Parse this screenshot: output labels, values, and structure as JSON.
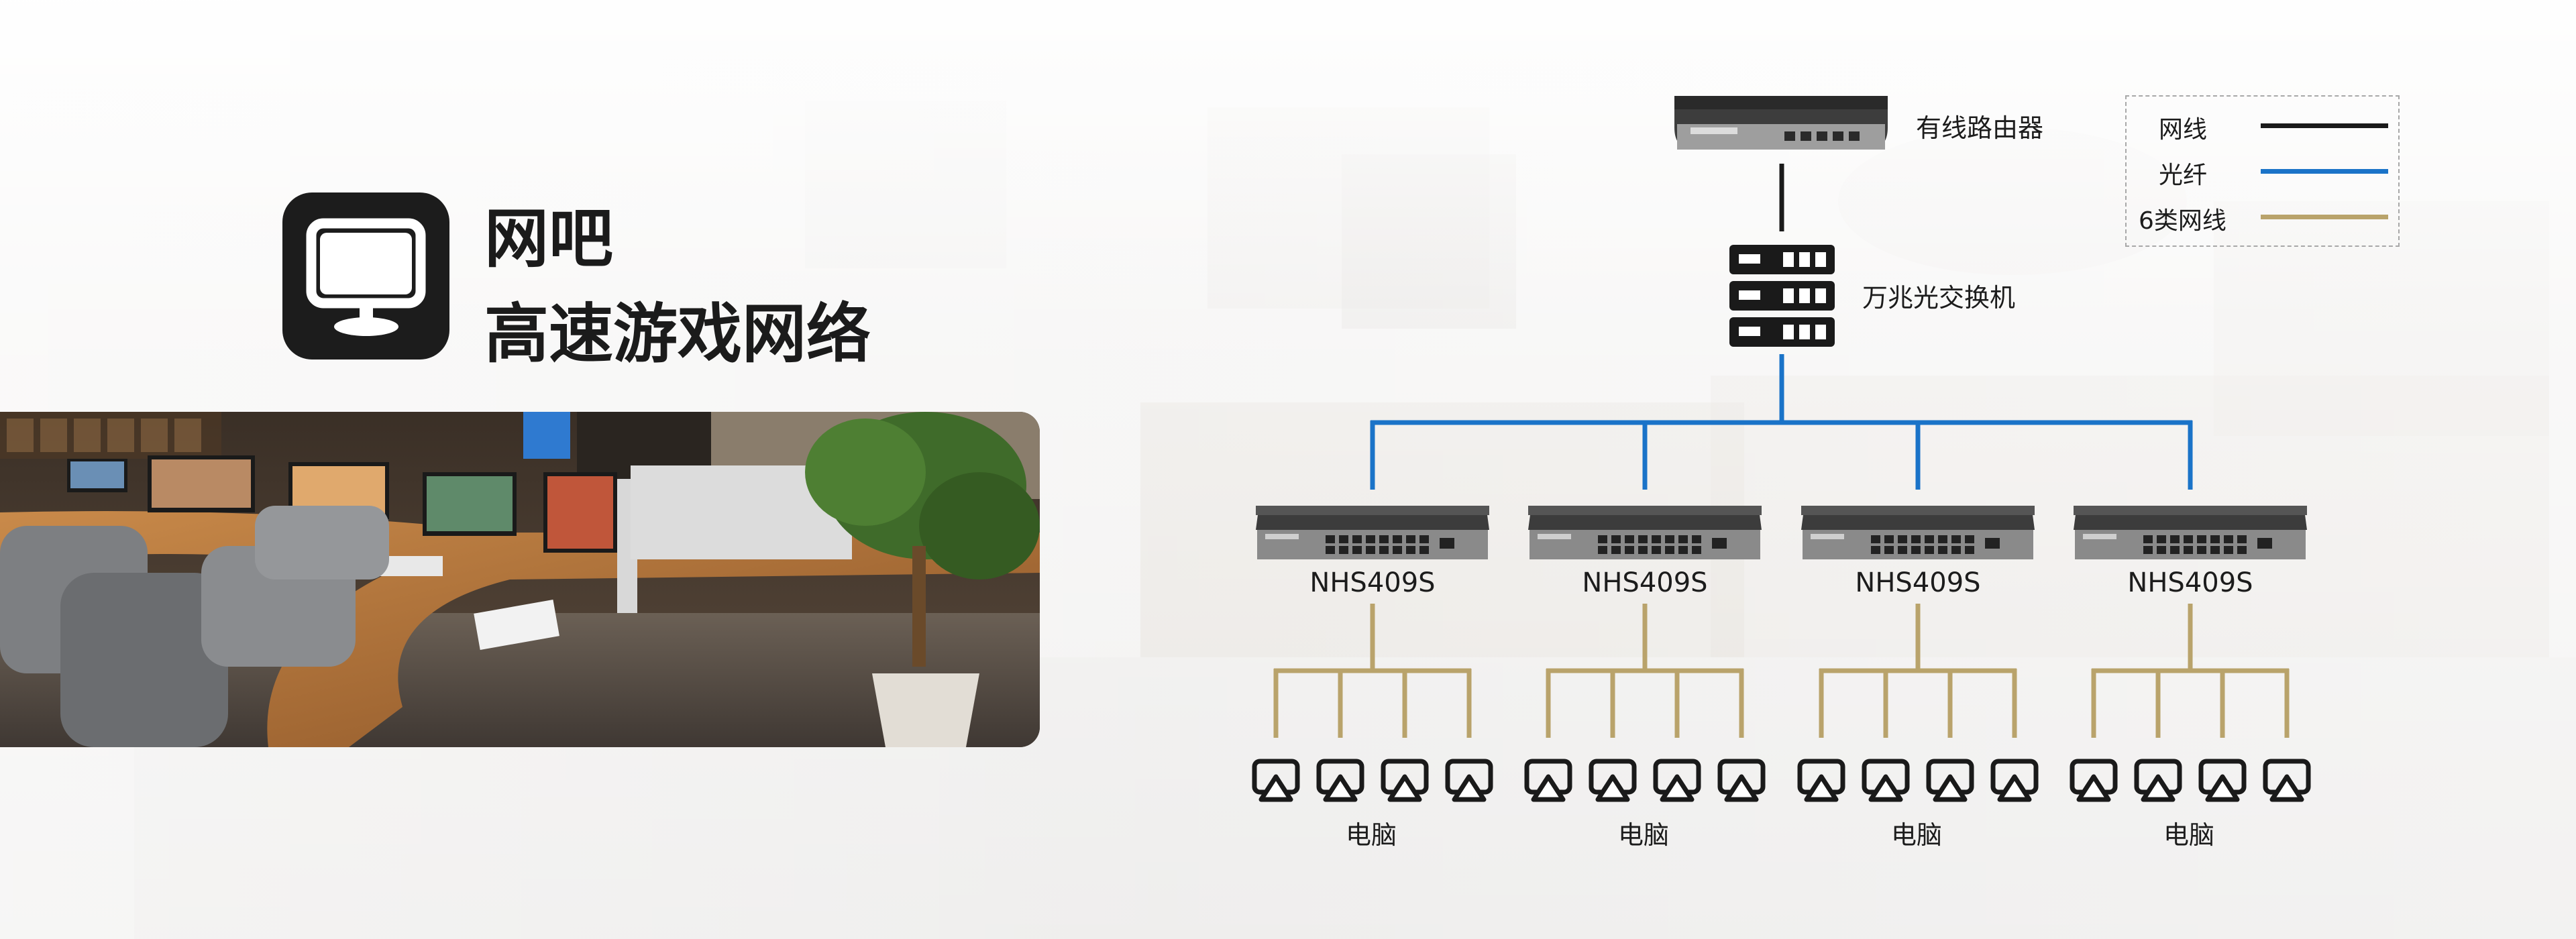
{
  "header": {
    "icon": "monitor-icon",
    "title": "网吧",
    "subtitle": "高速游戏网络"
  },
  "diagram": {
    "router": {
      "label": "有线路由器",
      "icon": "router-icon"
    },
    "core_switch": {
      "label": "万兆光交换机",
      "icon": "server-rack-icon"
    },
    "access_switches": [
      {
        "label": "NHS409S",
        "pc_label": "电脑",
        "pc_count": 4
      },
      {
        "label": "NHS409S",
        "pc_label": "电脑",
        "pc_count": 4
      },
      {
        "label": "NHS409S",
        "pc_label": "电脑",
        "pc_count": 4
      },
      {
        "label": "NHS409S",
        "pc_label": "电脑",
        "pc_count": 4
      }
    ],
    "pc_icon": "computer-icon"
  },
  "legend": {
    "items": [
      {
        "label": "网线",
        "color": "#1a1a1a"
      },
      {
        "label": "光纤",
        "color": "#1a73c8"
      },
      {
        "label": "6类网线",
        "color": "#b9a36b"
      }
    ]
  },
  "colors": {
    "ethernet": "#1a1a1a",
    "fiber": "#1a73c8",
    "cat6": "#b9a36b",
    "icon_bg": "#1c1c1c"
  },
  "photo": {
    "scene": "internet-cafe-photo"
  }
}
